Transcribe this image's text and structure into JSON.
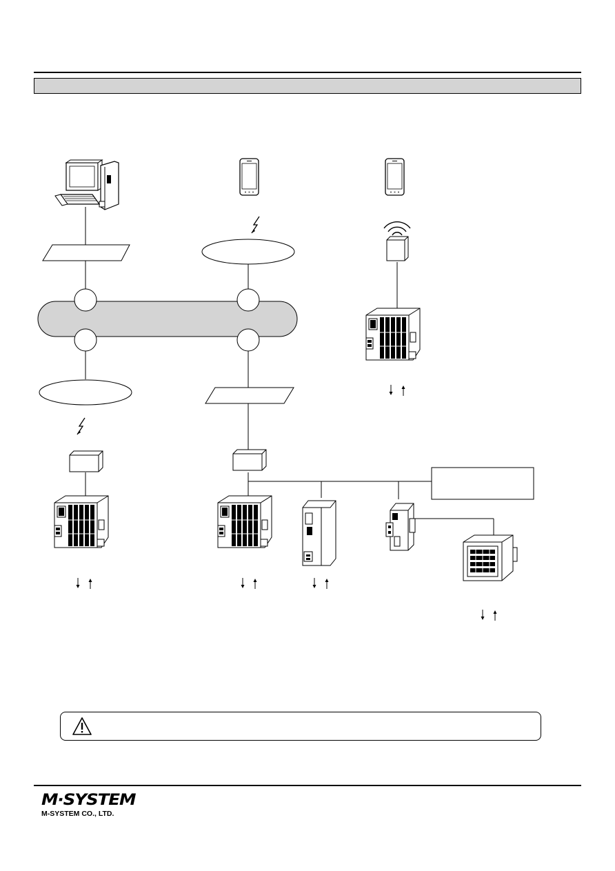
{
  "section_title": "",
  "diagram": {
    "devices": [
      "pc-computer",
      "smartphone-left",
      "smartphone-right",
      "wireless-unit-right",
      "io-module-right",
      "wireless-unit-left",
      "io-module-left",
      "gateway-center",
      "io-module-center",
      "signal-converter",
      "din-rail-device",
      "panel-meter"
    ],
    "icons": [
      "lightning-icon",
      "wifi-icon",
      "arrow-down-icon",
      "arrow-up-icon",
      "warning-icon"
    ]
  },
  "warning_text": "",
  "logo": {
    "brand": "M·SYSTEM",
    "company": "M-SYSTEM CO., LTD."
  },
  "colors": {
    "network_fill": "#d4d4d4",
    "title_bar_fill": "#d4d4d4",
    "line": "#000000"
  }
}
